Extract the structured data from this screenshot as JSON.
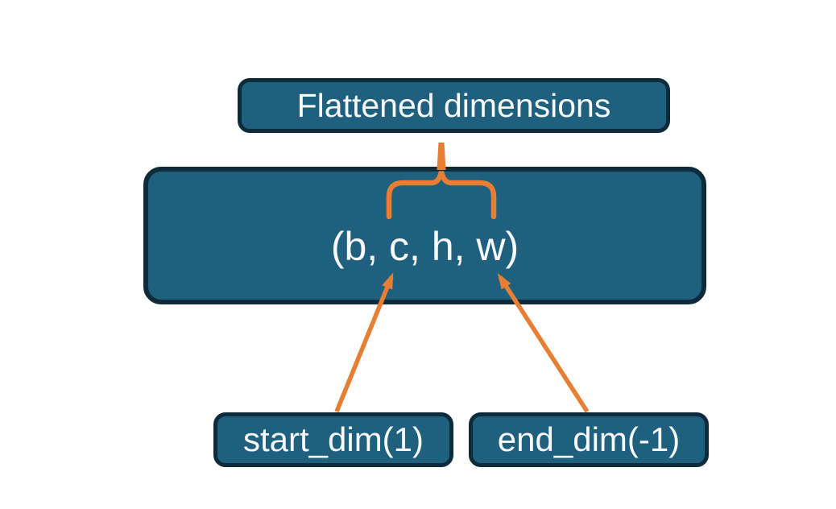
{
  "diagram": {
    "top_label": "Flattened dimensions",
    "tensor_shape": "(b, c, h, w)",
    "start_dim_label": "start_dim(1)",
    "end_dim_label": "end_dim(-1)"
  },
  "colors": {
    "background": "#ffffff",
    "box_fill": "#20607f",
    "box_border": "#0d2b3a",
    "accent_orange": "#e87e33",
    "text": "#f7f9fa"
  }
}
